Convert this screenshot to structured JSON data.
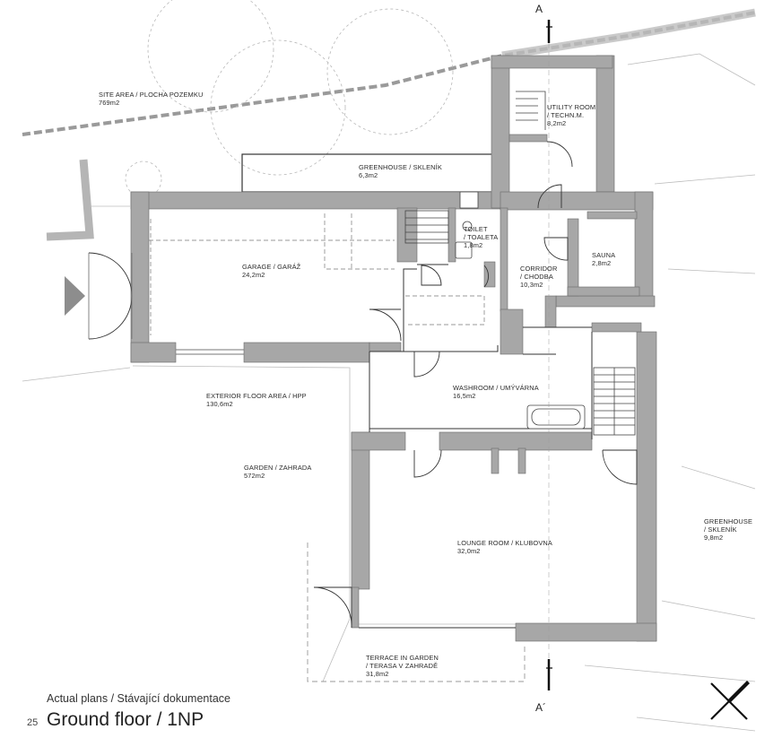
{
  "rooms": [
    {
      "id": "site",
      "name": "SITE AREA / PLOCHA POZEMKU",
      "area": "769m2"
    },
    {
      "id": "utility",
      "name": "UTILITY ROOM",
      "name2": "/ TECHN.M.",
      "area": "8,2m2"
    },
    {
      "id": "greenhouse1",
      "name": "GREENHOUSE / SKLENÍK",
      "area": "6,3m2"
    },
    {
      "id": "toilet",
      "name": "TOILET",
      "name2": "/ TOALETA",
      "area": "1,8m2"
    },
    {
      "id": "garage",
      "name": "GARAGE / GARÁŽ",
      "area": "24,2m2"
    },
    {
      "id": "corridor",
      "name": "CORRIDOR",
      "name2": "/ CHODBA",
      "area": "10,3m2"
    },
    {
      "id": "sauna",
      "name": "SAUNA",
      "area": "2,8m2"
    },
    {
      "id": "exterior",
      "name": "EXTERIOR FLOOR AREA / HPP",
      "area": "130,6m2"
    },
    {
      "id": "washroom",
      "name": "WASHROOM / UMÝVÁRNA",
      "area": "16,5m2"
    },
    {
      "id": "garden",
      "name": "GARDEN / ZAHRADA",
      "area": "572m2"
    },
    {
      "id": "greenhouse2",
      "name": "GREENHOUSE",
      "name2": "/ SKLENÍK",
      "area": "9,8m2"
    },
    {
      "id": "lounge",
      "name": "LOUNGE ROOM / KLUBOVNA",
      "area": "32,0m2"
    },
    {
      "id": "terrace",
      "name": "TERRACE IN GARDEN",
      "name2": "/ TERASA V ZAHRADĚ",
      "area": "31,8m2"
    }
  ],
  "section": {
    "top": "A",
    "bottom": "A´"
  },
  "caption": {
    "subtitle": "Actual plans / Stávající dokumentace",
    "page": "25",
    "title": "Ground floor / 1NP"
  },
  "colors": {
    "wall": "#a7a7a7",
    "wall_edge": "#6a6a6a",
    "boundary": "#9a9a9a",
    "line": "#555555"
  }
}
